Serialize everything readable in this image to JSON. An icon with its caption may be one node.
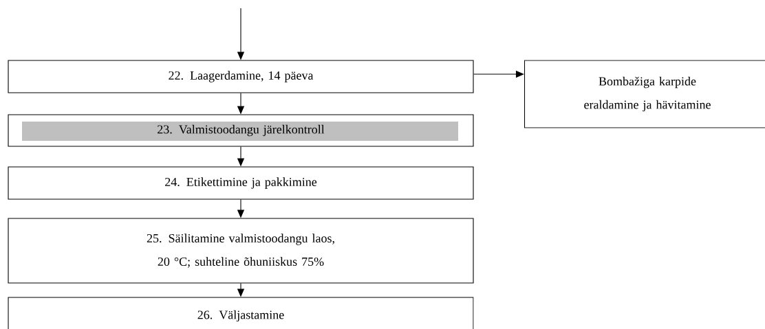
{
  "diagram": {
    "nodes": [
      {
        "text": [
          "22. Laagerdamine, 14 päeva"
        ]
      },
      {
        "text": [
          "23. Valmistoodangu järelkontroll"
        ]
      },
      {
        "text": [
          "24. Etikettimine ja pakkimine"
        ]
      },
      {
        "text": [
          "25. Säilitamine valmistoodangu laos, 20 °C; suhteline õhuniiskus 75%"
        ]
      },
      {
        "text": [
          "26. Väljastamine"
        ]
      },
      {
        "text": [
          "Bombažiga karpide eraldamine ja hävitamine"
        ]
      }
    ],
    "edges": [
      {
        "from": null,
        "to": 0,
        "arrow": "to"
      },
      {
        "from": 0,
        "to": 1,
        "arrow": "to"
      },
      {
        "from": 1,
        "to": 2,
        "arrow": "to"
      },
      {
        "from": 2,
        "to": 3,
        "arrow": "to"
      },
      {
        "from": 3,
        "to": 4,
        "arrow": "to"
      },
      {
        "from": 0,
        "to": 5,
        "arrow": "to"
      }
    ]
  }
}
